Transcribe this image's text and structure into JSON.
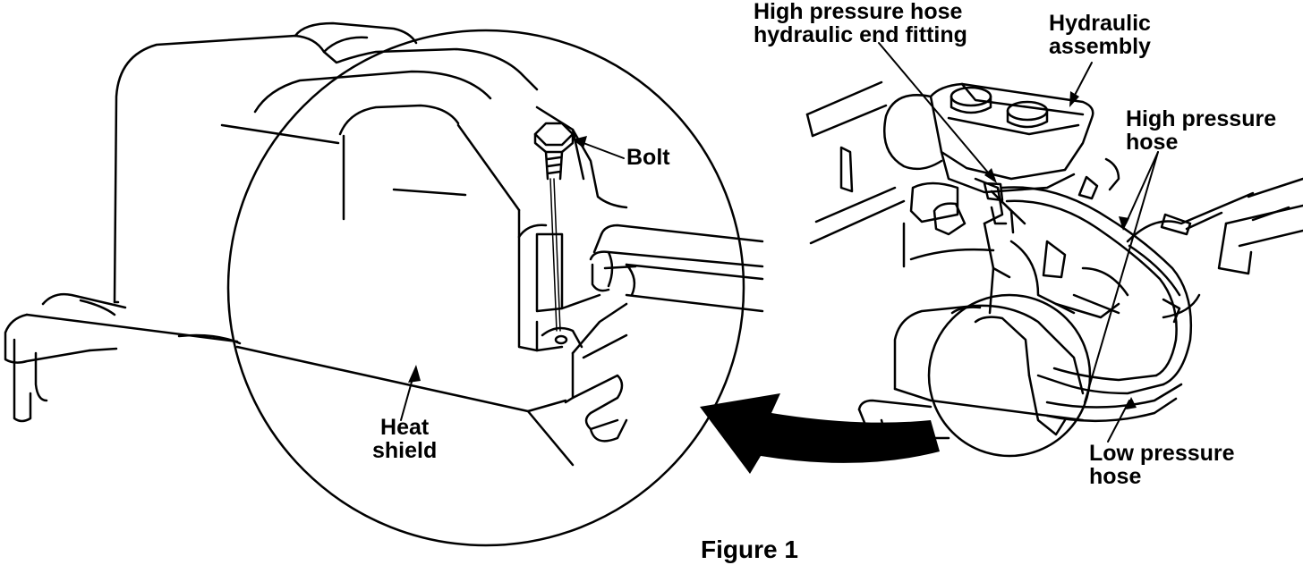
{
  "labels": {
    "hp_hose_fitting": "High pressure hose\nhydraulic end fitting",
    "hydraulic_assembly": "Hydraulic\nassembly",
    "high_pressure_hose": "High pressure\nhose",
    "bolt": "Bolt",
    "heat_shield": "Heat\nshield",
    "low_pressure_hose": "Low pressure\nhose"
  },
  "caption": "Figure 1",
  "colors": {
    "ink": "#000000",
    "paper": "#ffffff"
  }
}
